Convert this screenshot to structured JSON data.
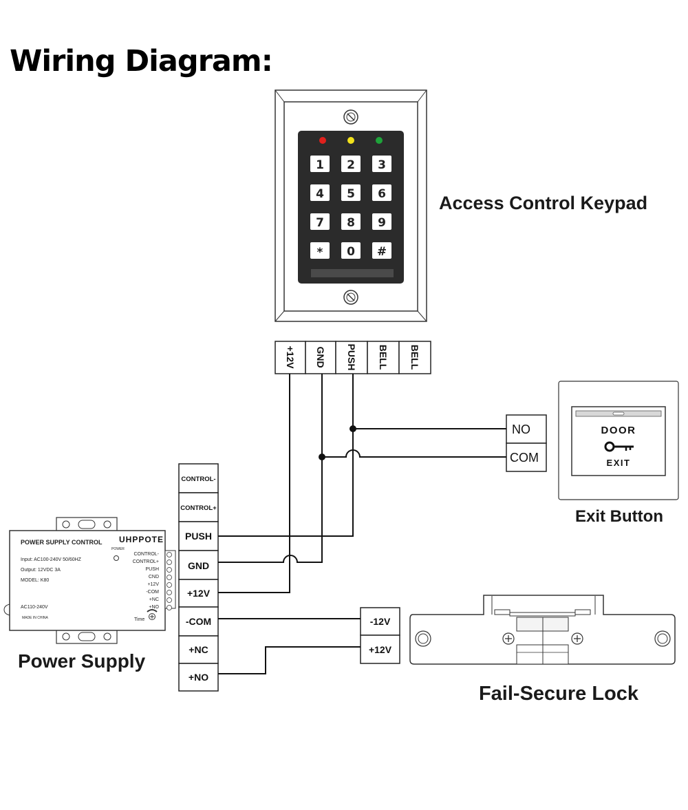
{
  "title": "Wiring Diagram:",
  "keypad": {
    "label": "Access Control Keypad",
    "keys": [
      "1",
      "2",
      "3",
      "4",
      "5",
      "6",
      "7",
      "8",
      "9",
      "*",
      "0",
      "#"
    ],
    "led_colors": [
      "#e0201c",
      "#f2e21b",
      "#1ea33a"
    ],
    "terminals": [
      "+12V",
      "GND",
      "PUSH",
      "BELL",
      "BELL"
    ]
  },
  "exit_button": {
    "label": "Exit Button",
    "top_text": "DOOR",
    "bottom_text": "EXIT",
    "icon": "key-icon",
    "terminals": [
      "NO",
      "COM"
    ]
  },
  "power_supply": {
    "label": "Power Supply",
    "panel_title": "POWER SUPPLY CONTROL",
    "brand": "UHPPOTE",
    "power_text": "POWER",
    "specs": [
      "Input: AC100-240V 50/60HZ",
      "Output: 12VDC 3A",
      "MODEL: K80"
    ],
    "ac_text": "AC110-240V",
    "made_in": "MADE IN CHINA",
    "time_text": "Time",
    "panel_terminals": [
      "CONTROL-",
      "CONTROL+",
      "PUSH",
      "CND",
      "+12V",
      "-COM",
      "+NC",
      "+NO"
    ],
    "terminals": [
      "CONTROL-",
      "CONTROL+",
      "PUSH",
      "GND",
      "+12V",
      "-COM",
      "+NC",
      "+NO"
    ]
  },
  "lock": {
    "label": "Fail-Secure Lock",
    "terminals": [
      "-12V",
      "+12V"
    ]
  }
}
